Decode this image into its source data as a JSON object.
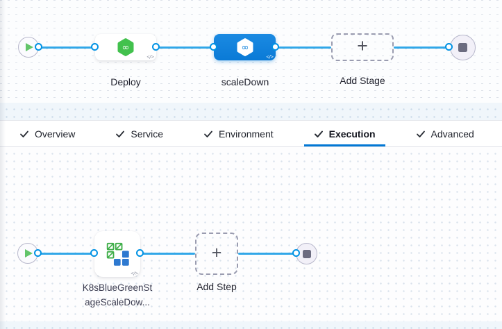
{
  "colors": {
    "accent_blue": "#0278d5",
    "connector_blue": "#0092e4",
    "selected_stage_blue": "#0f82dd",
    "harness_green": "#42c14d",
    "k8s_step_green": "#3fae49",
    "k8s_step_blue": "#2e79d0"
  },
  "stage_pipeline": {
    "stages": [
      {
        "name": "Deploy",
        "selected": false
      },
      {
        "name": "scaleDown",
        "selected": true
      }
    ],
    "add_stage_label": "Add Stage"
  },
  "config_tabs": [
    {
      "label": "Overview",
      "checked": true,
      "active": false
    },
    {
      "label": "Service",
      "checked": true,
      "active": false
    },
    {
      "label": "Environment",
      "checked": true,
      "active": false
    },
    {
      "label": "Execution",
      "checked": true,
      "active": true
    },
    {
      "label": "Advanced",
      "checked": true,
      "active": false
    }
  ],
  "execution_graph": {
    "step_label": "K8sBlueGreenStageScaleDow...",
    "add_step_label": "Add Step"
  },
  "icons": {
    "plus": "+",
    "infinity": "∞",
    "code_toggle": "</>"
  }
}
